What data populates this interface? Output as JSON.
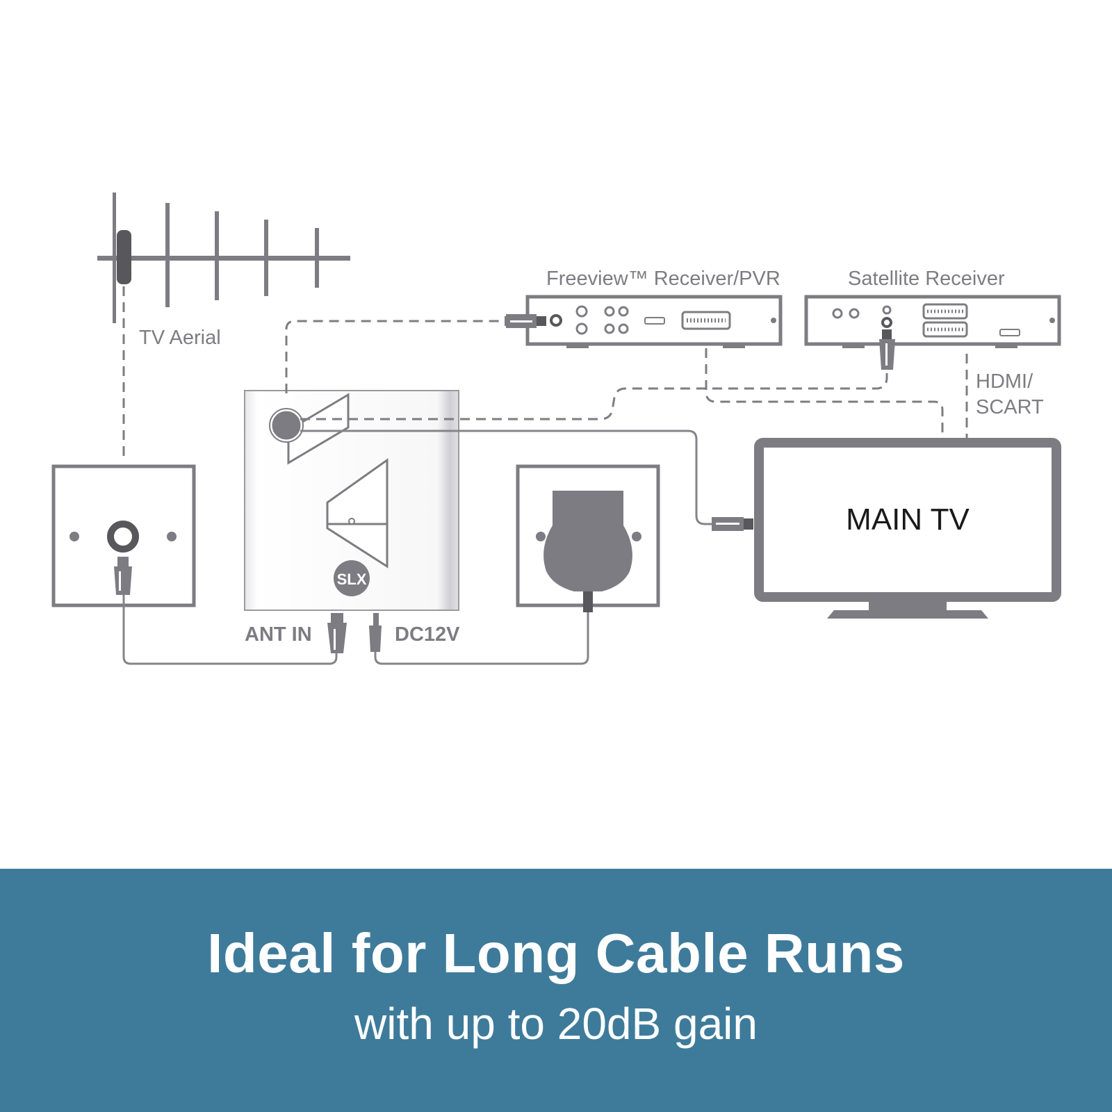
{
  "diagram": {
    "aerial_label": "TV Aerial",
    "freeview_label": "Freeview™ Receiver/PVR",
    "satellite_label": "Satellite Receiver",
    "hdmi_label_line1": "HDMI/",
    "hdmi_label_line2": "SCART",
    "ant_in_label": "ANT IN",
    "dc_label": "DC12V",
    "main_tv_label": "MAIN TV",
    "amplifier_logo": "SLX"
  },
  "banner": {
    "title": "Ideal for Long Cable Runs",
    "subtitle": "with up to 20dB gain",
    "background_color": "#3e7b9b"
  },
  "colors": {
    "line_grey": "#7d7c82",
    "text_dark": "#1a1a1a"
  }
}
